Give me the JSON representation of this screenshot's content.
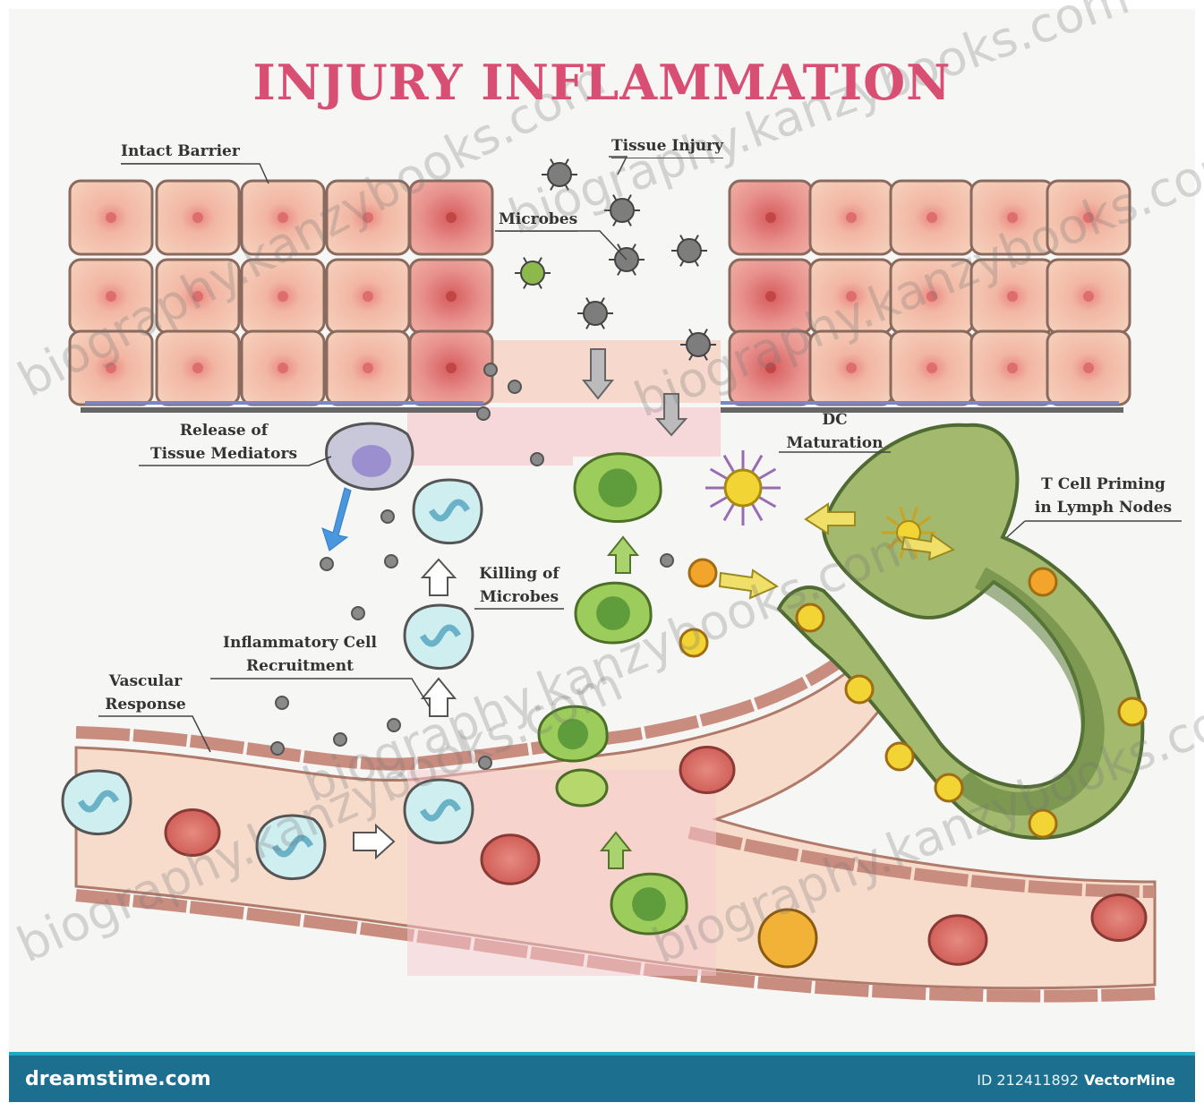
{
  "title": "INJURY INFLAMMATION",
  "labels": {
    "intact_barrier": "Intact Barrier",
    "tissue_injury": "Tissue Injury",
    "microbes": "Microbes",
    "release_line1": "Release of",
    "release_line2": "Tissue Mediators",
    "dc_line1": "DC",
    "dc_line2": "Maturation",
    "tcell_line1": "T Cell Priming",
    "tcell_line2": "in Lymph Nodes",
    "killing_line1": "Killing of",
    "killing_line2": "Microbes",
    "recruit_line1": "Inflammatory Cell",
    "recruit_line2": "Recruitment",
    "vascular_line1": "Vascular",
    "vascular_line2": "Response"
  },
  "watermarks": [
    "biography.kanzybooks.com",
    "biography.kanzybooks.com",
    "biography.kanzybooks.com",
    "biography.kanzybooks.com",
    "biography.kanzybooks.com",
    "biography.kanzybooks.com"
  ],
  "footer": {
    "brand": "dreamstime.com",
    "id_text": "ID 212411892",
    "author": "VectorMine"
  },
  "colors": {
    "title": "#d94f74",
    "cell_fill": "#f2c3ad",
    "cell_dark": "#e89a95",
    "vessel": "#f6d8c8",
    "lymph": "#9fb56a",
    "footer": "#1d6f8f"
  }
}
